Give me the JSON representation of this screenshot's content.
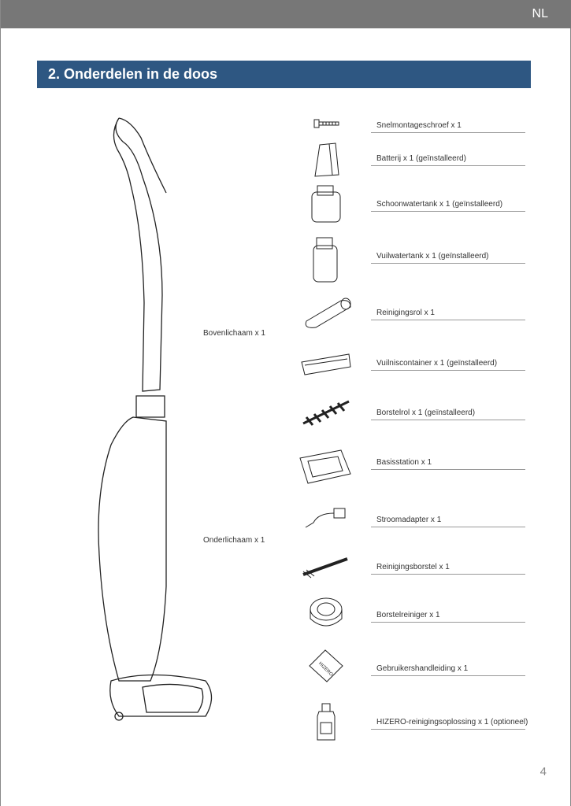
{
  "header": {
    "language": "NL"
  },
  "section": {
    "title": "2. Onderdelen in de doos"
  },
  "main_parts": [
    {
      "label": "Bovenlichaam x 1"
    },
    {
      "label": "Onderlichaam x 1"
    }
  ],
  "items": [
    {
      "label": "Snelmontageschroef x 1",
      "icon": "screw-icon"
    },
    {
      "label": "Batterij x 1 (geïnstalleerd)",
      "icon": "battery-icon"
    },
    {
      "label": "Schoonwatertank x 1 (geïnstalleerd)",
      "icon": "clean-water-tank-icon"
    },
    {
      "label": "Vuilwatertank x 1 (geïnstalleerd)",
      "icon": "dirty-water-tank-icon"
    },
    {
      "label": "Reinigingsrol x 1",
      "icon": "cleaning-roller-icon"
    },
    {
      "label": "Vuilniscontainer x 1 (geïnstalleerd)",
      "icon": "debris-container-icon"
    },
    {
      "label": "Borstelrol x 1 (geïnstalleerd)",
      "icon": "brush-roll-icon"
    },
    {
      "label": "Basisstation x 1",
      "icon": "base-station-icon"
    },
    {
      "label": "Stroomadapter x 1",
      "icon": "power-adapter-icon"
    },
    {
      "label": "Reinigingsborstel x 1",
      "icon": "cleaning-brush-icon"
    },
    {
      "label": "Borstelreiniger x 1",
      "icon": "brush-cleaner-icon"
    },
    {
      "label": "Gebruikershandleiding x 1",
      "icon": "user-manual-icon"
    },
    {
      "label": "HIZERO-reinigingsoplossing x 1 (optioneel)",
      "icon": "cleaning-solution-icon"
    }
  ],
  "footer": {
    "page_number": "4"
  }
}
